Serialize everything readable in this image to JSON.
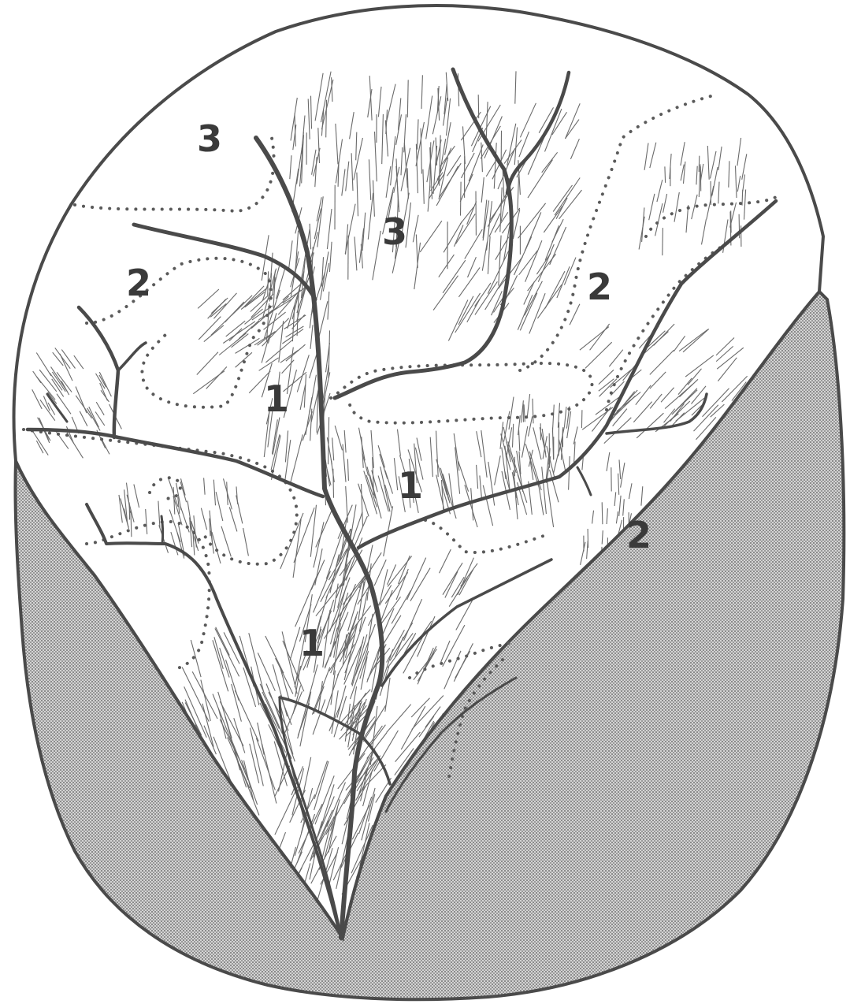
{
  "figure": {
    "zone_labels": [
      {
        "id": "zone-3-left",
        "text": "3"
      },
      {
        "id": "zone-3-center",
        "text": "3"
      },
      {
        "id": "zone-2-left",
        "text": "2"
      },
      {
        "id": "zone-2-right",
        "text": "2"
      },
      {
        "id": "zone-2-lower-right",
        "text": "2"
      },
      {
        "id": "zone-1-center-left",
        "text": "1"
      },
      {
        "id": "zone-1-center",
        "text": "1"
      },
      {
        "id": "zone-1-lower",
        "text": "1"
      }
    ],
    "colors": {
      "outline": "#4a4a4a",
      "shaded_side": "#b9b9b9",
      "surface": "#ffffff",
      "label": "#3a3a3a"
    }
  }
}
